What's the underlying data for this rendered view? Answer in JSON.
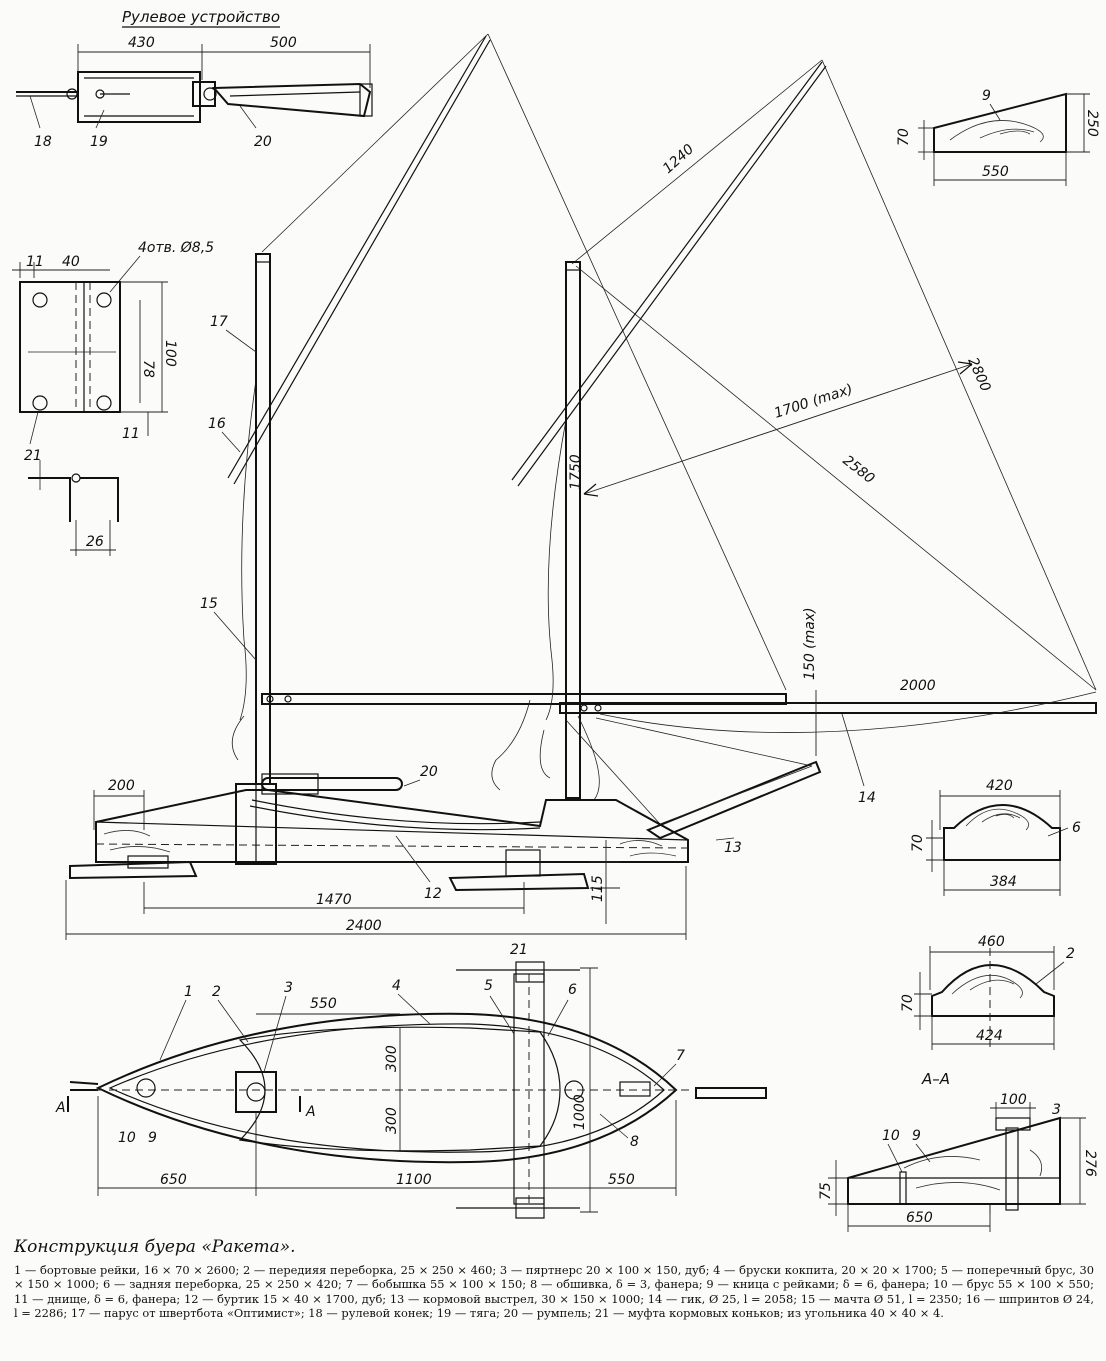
{
  "steering_title": "Рулевое устройство",
  "dims": {
    "d430": "430",
    "d500": "500",
    "d1240": "1240",
    "d1700": "1700 (max)",
    "d2800": "2800",
    "d2580": "2580",
    "d1750": "1750",
    "d150": "150 (max)",
    "d2000": "2000",
    "d200": "200",
    "d1470": "1470",
    "d2400": "2400",
    "d115": "115",
    "d250": "250",
    "d70a": "70",
    "d550a": "550",
    "d11a": "11",
    "d40": "40",
    "d78": "78",
    "d100a": "100",
    "d11b": "11",
    "d26": "26",
    "holes": "4отв. Ø8,5",
    "d420": "420",
    "d70b": "70",
    "d384": "384",
    "d460": "460",
    "d70c": "70",
    "d424": "424",
    "d550b": "550",
    "d300a": "300",
    "d300b": "300",
    "d650a": "650",
    "d1100": "1100",
    "d550c": "550",
    "d1000": "1000",
    "d100b": "100",
    "d276": "276",
    "d75": "75",
    "d650b": "650"
  },
  "parts": {
    "p1": "1",
    "p2": "2",
    "p3": "3",
    "p4": "4",
    "p5": "5",
    "p6": "6",
    "p7": "7",
    "p8": "8",
    "p9": "9",
    "p10": "10",
    "p12": "12",
    "p13": "13",
    "p14": "14",
    "p15": "15",
    "p16": "16",
    "p17": "17",
    "p18": "18",
    "p19": "19",
    "p20": "20",
    "p21": "21"
  },
  "section_labels": {
    "aa": "А–А",
    "a1": "А",
    "a2": "А"
  },
  "caption": {
    "title": "Конструкция буера «Ракета».",
    "legend": [
      "1 — бортовые рейки, 16 × 70 × 2600;",
      "2 — передияя переборка, 25 × 250 × 460;",
      "3 — пяртнерс 20 × 100 × 150, дуб;",
      "4 — бруски кокпита, 20 × 20 × 1700;",
      "5 — поперечный брус, 30 × 150 × 1000;",
      "6 — задняя переборка, 25 × 250 × 420;",
      "7 — бобышка 55 × 100 × 150;",
      "8 — обшивка, δ = 3, фанера;",
      "9 — кница с рейками; δ = 6, фанера;",
      "10 — брус 55 × 100 × 550;",
      "11 — днище, δ = 6, фанера;",
      "12 — буртик 15 × 40 × 1700, дуб;",
      "13 — кормовой выстрел, 30 × 150 × 1000;",
      "14 — гик, Ø 25, l = 2058;",
      "15 — мачта Ø 51, l = 2350;",
      "16 — шпринтов Ø 24, l = 2286;",
      "17 — парус от швертбота «Оптимист»;",
      "18 — рулевой конек;",
      "19 — тяга;",
      "20 — румпель;",
      "21 — муфта кормовых коньков; из угольника 40 × 40 × 4."
    ]
  }
}
